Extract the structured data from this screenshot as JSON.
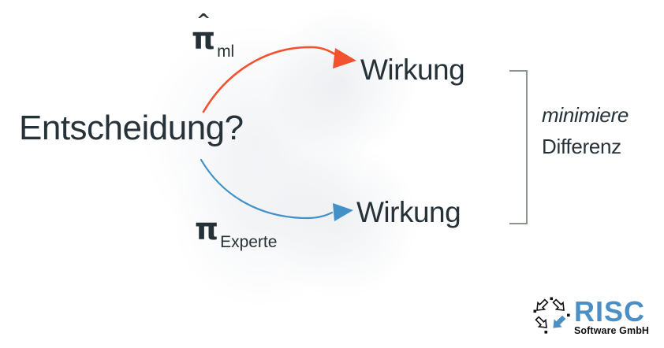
{
  "diagram": {
    "decision": "Entscheidung?",
    "ml_policy": {
      "hat": "^",
      "symbol": "π",
      "subscript": "ml"
    },
    "expert_policy": {
      "symbol": "π",
      "subscript": "Experte"
    },
    "effect_top": "Wirkung",
    "effect_bottom": "Wirkung",
    "objective_line1": "minimiere",
    "objective_line2": "Differenz"
  },
  "logo": {
    "brand": "RISC",
    "subtitle": "Software GmbH",
    "icon": "cycle-arrows-icon"
  },
  "colors": {
    "text_dark": "#263238",
    "ml_arrow_orange": "#f2522e",
    "expert_arrow_blue": "#4292c8",
    "bracket_gray": "#8b968f",
    "logo_blue": "#4b8fc6",
    "logo_black": "#111111",
    "background": "#ffffff"
  }
}
